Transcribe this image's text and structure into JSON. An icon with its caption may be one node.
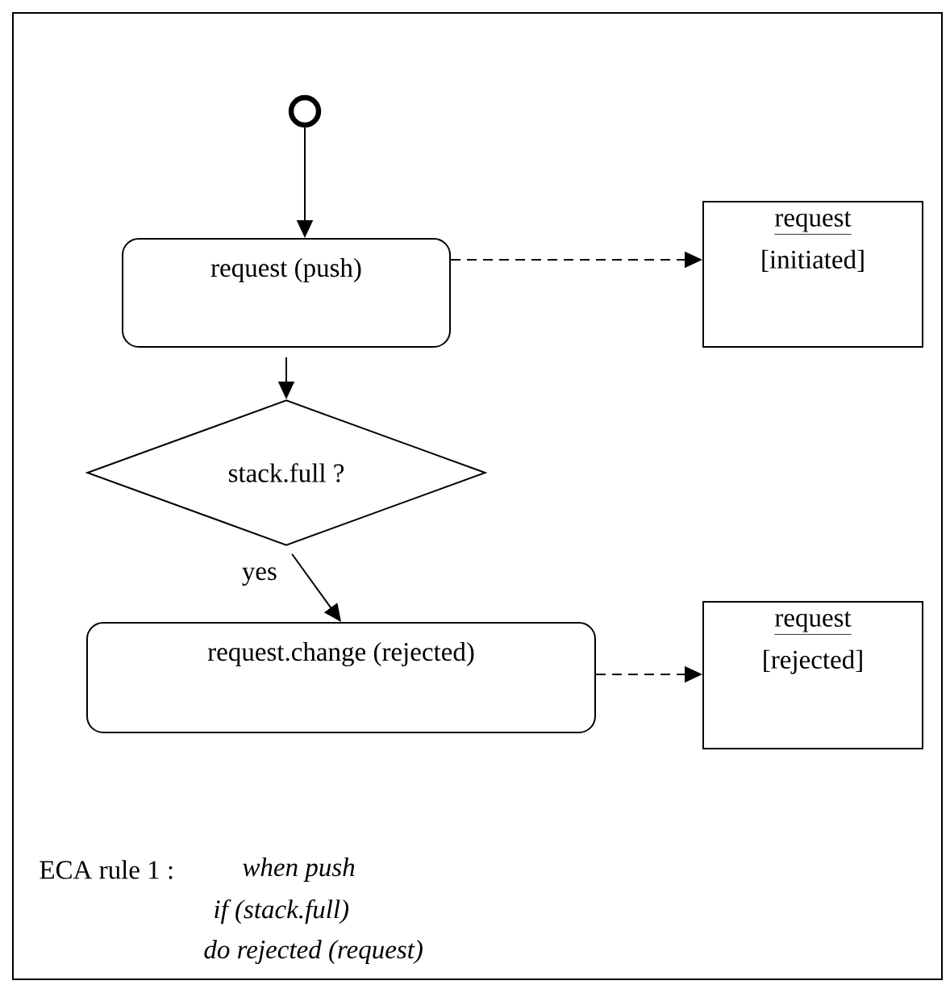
{
  "diagram": {
    "nodes": [
      {
        "text": [],
        "shape": "circle"
      },
      {
        "text": [
          "request (push)"
        ]
      },
      {
        "text": [
          "request",
          "[initiated]"
        ]
      },
      {
        "text": [
          "stack.full ?"
        ]
      },
      {
        "text": [
          "request.change (rejected)"
        ]
      },
      {
        "text": [
          "request",
          "[rejected]"
        ]
      }
    ],
    "edges": [
      {
        "from": 0,
        "to": 1,
        "arrow": "to"
      },
      {
        "from": 1,
        "to": 2,
        "arrow": "to",
        "style": "dashed"
      },
      {
        "from": 1,
        "to": 3,
        "arrow": "to"
      },
      {
        "from": 3,
        "to": 4,
        "arrow": "to",
        "label": "yes"
      },
      {
        "from": 4,
        "to": 5,
        "arrow": "to",
        "style": "dashed"
      }
    ],
    "labels": [
      "ECA rule 1 :",
      "when push",
      "if (stack.full)",
      "do rejected (request)"
    ]
  }
}
